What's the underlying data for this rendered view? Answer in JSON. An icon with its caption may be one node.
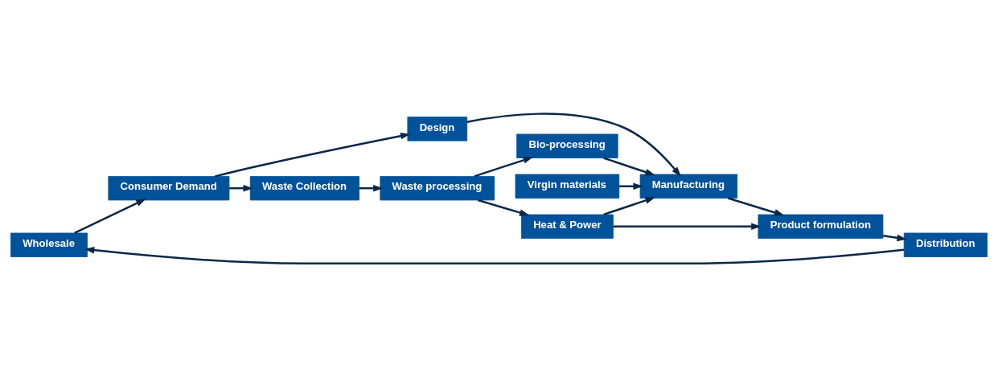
{
  "diagram": {
    "nodes": [
      {
        "text": [
          "Wholesale"
        ]
      },
      {
        "text": [
          "Distribution"
        ]
      },
      {
        "text": [
          "Product formulation"
        ]
      },
      {
        "text": [
          "Consumer Demand"
        ]
      },
      {
        "text": [
          "Virgin materials"
        ]
      },
      {
        "text": [
          "Design"
        ]
      },
      {
        "text": [
          "Manufacturing"
        ]
      },
      {
        "text": [
          "Waste Collection"
        ]
      },
      {
        "text": [
          "Waste processing"
        ]
      },
      {
        "text": [
          "Bio-processing"
        ]
      },
      {
        "text": [
          "Heat & Power"
        ]
      }
    ],
    "edges": [
      {
        "from": 1,
        "to": 0,
        "arrow": "to"
      },
      {
        "from": 2,
        "to": 1,
        "arrow": "to"
      },
      {
        "from": 0,
        "to": 3,
        "arrow": "to"
      },
      {
        "from": 3,
        "to": 5,
        "arrow": "to"
      },
      {
        "from": 3,
        "to": 7,
        "arrow": "to"
      },
      {
        "from": 5,
        "to": 6,
        "arrow": "to"
      },
      {
        "from": 4,
        "to": 6,
        "arrow": "to"
      },
      {
        "from": 6,
        "to": 2,
        "arrow": "to"
      },
      {
        "from": 7,
        "to": 8,
        "arrow": "to"
      },
      {
        "from": 8,
        "to": 9,
        "arrow": "to"
      },
      {
        "from": 8,
        "to": 10,
        "arrow": "to"
      },
      {
        "from": 9,
        "to": 6,
        "arrow": "to"
      },
      {
        "from": 10,
        "to": 6,
        "arrow": "to"
      },
      {
        "from": 10,
        "to": 2,
        "arrow": "to"
      }
    ]
  }
}
